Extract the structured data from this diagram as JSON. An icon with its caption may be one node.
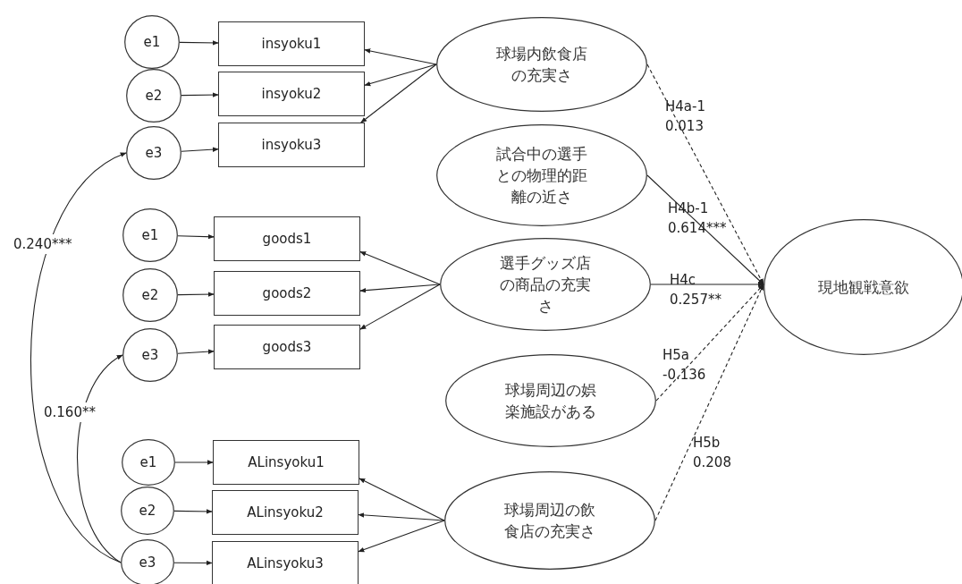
{
  "diagram": {
    "nodes": [
      {
        "text": [
          "e1"
        ]
      },
      {
        "text": [
          "e2"
        ]
      },
      {
        "text": [
          "e3"
        ]
      },
      {
        "text": [
          "insyoku1"
        ]
      },
      {
        "text": [
          "insyoku2"
        ]
      },
      {
        "text": [
          "insyoku3"
        ]
      },
      {
        "text": [
          "e1"
        ]
      },
      {
        "text": [
          "e2"
        ]
      },
      {
        "text": [
          "e3"
        ]
      },
      {
        "text": [
          "goods1"
        ]
      },
      {
        "text": [
          "goods2"
        ]
      },
      {
        "text": [
          "goods3"
        ]
      },
      {
        "text": [
          "e1"
        ]
      },
      {
        "text": [
          "e2"
        ]
      },
      {
        "text": [
          "e3"
        ]
      },
      {
        "text": [
          "ALinsyoku1"
        ]
      },
      {
        "text": [
          "ALinsyoku2"
        ]
      },
      {
        "text": [
          "ALinsyoku3"
        ]
      },
      {
        "text": [
          "球場内飲食店の充実さ"
        ]
      },
      {
        "text": [
          "試合中の選手との物理的距離の近さ"
        ]
      },
      {
        "text": [
          "選手グッズ店の商品の充実さ"
        ]
      },
      {
        "text": [
          "球場周辺の娯楽施設がある"
        ]
      },
      {
        "text": [
          "球場周辺の飲食店の充実さ"
        ]
      },
      {
        "text": [
          "現地観戦意欲"
        ]
      }
    ],
    "edges": [
      {
        "from": 0,
        "to": 3,
        "arrow": "to"
      },
      {
        "from": 1,
        "to": 4,
        "arrow": "to"
      },
      {
        "from": 2,
        "to": 5,
        "arrow": "to"
      },
      {
        "from": 6,
        "to": 9,
        "arrow": "to"
      },
      {
        "from": 7,
        "to": 10,
        "arrow": "to"
      },
      {
        "from": 8,
        "to": 11,
        "arrow": "to"
      },
      {
        "from": 12,
        "to": 15,
        "arrow": "to"
      },
      {
        "from": 13,
        "to": 16,
        "arrow": "to"
      },
      {
        "from": 14,
        "to": 17,
        "arrow": "to"
      },
      {
        "from": 18,
        "to": 3,
        "arrow": "to"
      },
      {
        "from": 18,
        "to": 4,
        "arrow": "to"
      },
      {
        "from": 18,
        "to": 5,
        "arrow": "to"
      },
      {
        "from": 20,
        "to": 9,
        "arrow": "to"
      },
      {
        "from": 20,
        "to": 10,
        "arrow": "to"
      },
      {
        "from": 20,
        "to": 11,
        "arrow": "to"
      },
      {
        "from": 22,
        "to": 15,
        "arrow": "to"
      },
      {
        "from": 22,
        "to": 16,
        "arrow": "to"
      },
      {
        "from": 22,
        "to": 17,
        "arrow": "to"
      },
      {
        "from": 14,
        "to": 2,
        "arrow": "to",
        "label": "0.240***"
      },
      {
        "from": 14,
        "to": 8,
        "arrow": "to",
        "label": "0.160**"
      },
      {
        "from": 18,
        "to": 23,
        "arrow": "to",
        "label": "H4a-1 0.013",
        "style": "dashed"
      },
      {
        "from": 19,
        "to": 23,
        "arrow": "to",
        "label": "H4b-1 0.614***"
      },
      {
        "from": 20,
        "to": 23,
        "arrow": "to",
        "label": "H4c 0.257**"
      },
      {
        "from": 21,
        "to": 23,
        "arrow": "to",
        "label": "H5a -0.136",
        "style": "dashed"
      },
      {
        "from": 22,
        "to": 23,
        "arrow": "to",
        "label": "H5b 0.208",
        "style": "dashed"
      }
    ]
  }
}
